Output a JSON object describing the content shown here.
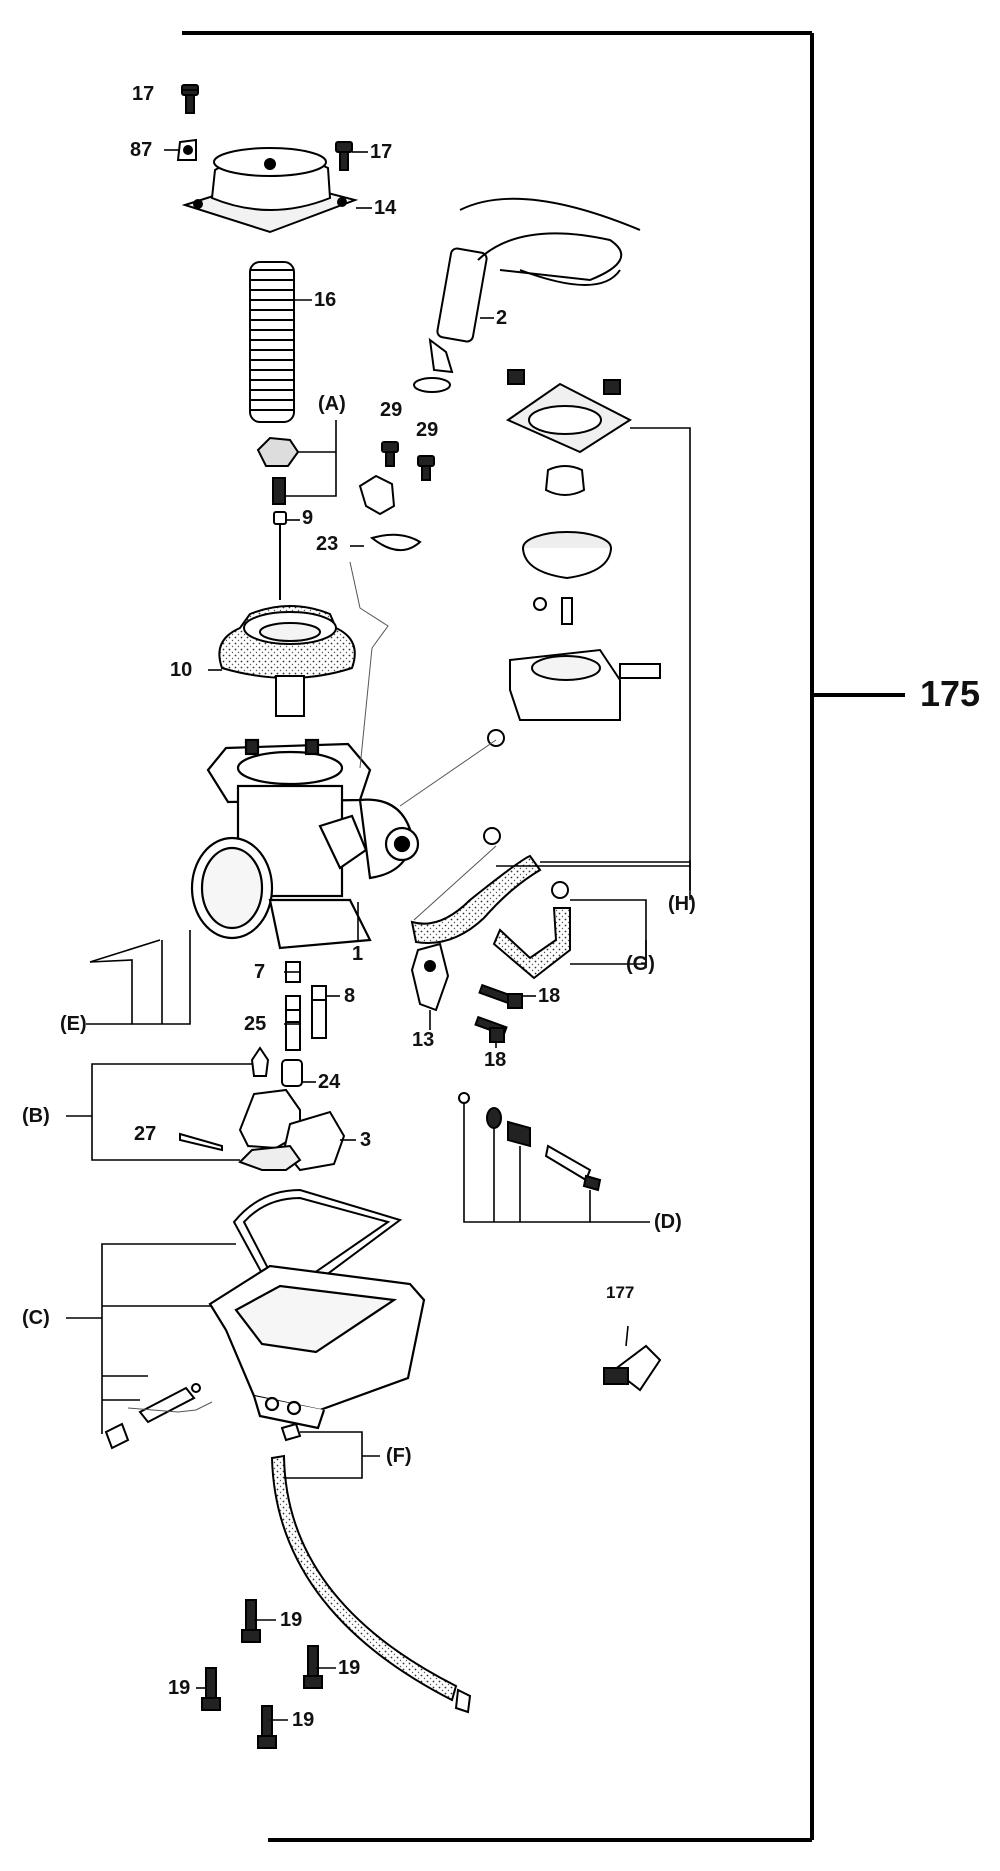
{
  "assembly_ref": "175",
  "parts": {
    "p1": "1",
    "p2": "2",
    "p3": "3",
    "p7": "7",
    "p8": "8",
    "p9": "9",
    "p10": "10",
    "p13": "13",
    "p14": "14",
    "p16": "16",
    "p17a": "17",
    "p17b": "17",
    "p18a": "18",
    "p18b": "18",
    "p19a": "19",
    "p19b": "19",
    "p19c": "19",
    "p19d": "19",
    "p23": "23",
    "p24": "24",
    "p25": "25",
    "p27": "27",
    "p29a": "29",
    "p29b": "29",
    "p87": "87",
    "p177": "177"
  },
  "groups": {
    "A": "(A)",
    "B": "(B)",
    "C": "(C)",
    "D": "(D)",
    "E": "(E)",
    "F": "(F)",
    "G": "(G)",
    "H": "(H)"
  }
}
